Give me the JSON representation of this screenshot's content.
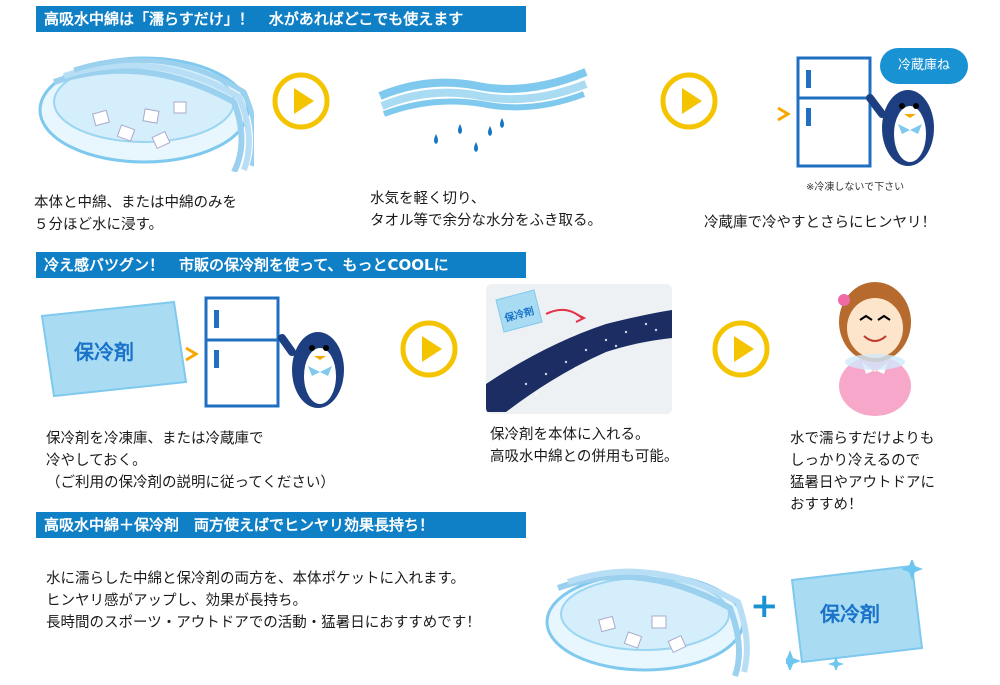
{
  "section1": {
    "banner": "高吸水中綿は「濡らすだけ」！　水があればどこでも使えます",
    "step1_text": "本体と中綿、または中綿のみを\n５分ほど水に浸す。",
    "step2_text": "水気を軽く切り、\nタオル等で余分な水分をふき取る。",
    "step3_text": "冷蔵庫で冷やすとさらにヒンヤリ！",
    "bubble_text": "冷蔵庫ね",
    "note_text": "※冷凍しないで下さい"
  },
  "section2": {
    "banner": "冷え感バツグン！　市販の保冷剤を使って、もっとCOOLに",
    "pack_label": "保冷剤",
    "pack_label_small": "保冷剤",
    "step1_text": "保冷剤を冷凍庫、または冷蔵庫で\n冷やしておく。\n（ご利用の保冷剤の説明に従ってください）",
    "step2_text": "保冷剤を本体に入れる。\n高吸水中綿との併用も可能。",
    "step3_text": "水で濡らすだけよりも\nしっかり冷えるので\n猛暑日やアウトドアに\nおすすめ！"
  },
  "section3": {
    "banner": "高吸水中綿＋保冷剤　両方使えばでヒンヤリ効果長持ち！",
    "body_text": "水に濡らした中綿と保冷剤の両方を、本体ポケットに入れます。\nヒンヤリ感がアップし、効果が長持ち。\n長時間のスポーツ・アウトドアでの活動・猛暑日におすすめです！",
    "pack_label": "保冷剤",
    "plus": "+"
  },
  "colors": {
    "banner_bg": "#0f7fc6",
    "arrow_yellow": "#f5c400",
    "ice_blue": "#7fc9ee",
    "fridge_blue": "#1f6fc2",
    "pack_blue": "#a9dcf3",
    "pack_text": "#1a73c9",
    "bubble_blue": "#1992d4"
  }
}
